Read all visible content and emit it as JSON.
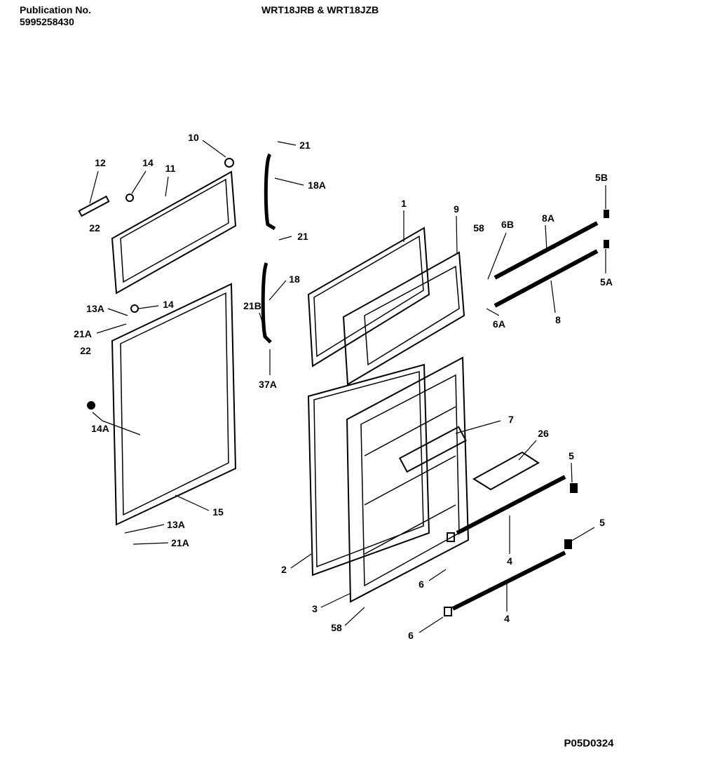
{
  "header": {
    "publication_label": "Publication No.",
    "publication_number": "5995258430",
    "models": "WRT18JRB & WRT18JZB"
  },
  "callouts": [
    "10",
    "21",
    "12",
    "14",
    "11",
    "18A",
    "5B",
    "1",
    "9",
    "58",
    "6B",
    "8A",
    "22",
    "21",
    "18",
    "5A",
    "13A",
    "14",
    "21B",
    "8",
    "21A",
    "6A",
    "22",
    "37A",
    "7",
    "26",
    "14A",
    "5",
    "15",
    "13A",
    "5",
    "21A",
    "4",
    "2",
    "6",
    "3",
    "4",
    "58",
    "6"
  ],
  "diagram_code": "P05D0324"
}
